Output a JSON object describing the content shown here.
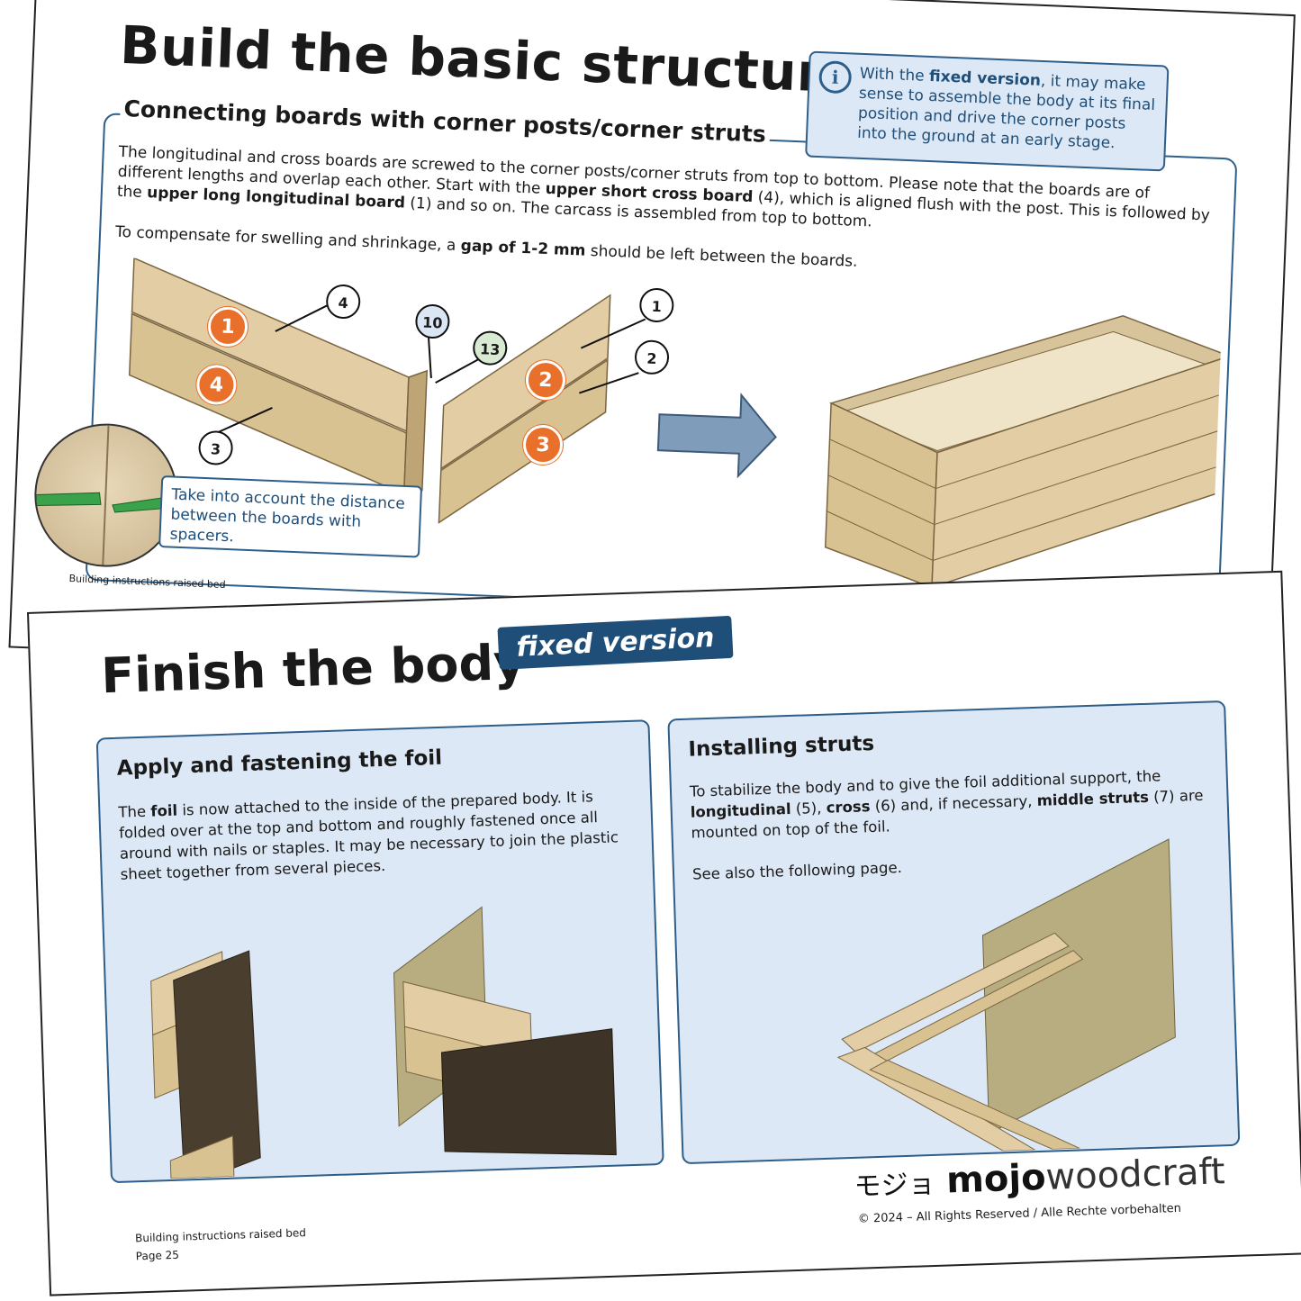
{
  "page1": {
    "title": "Build the basic structure",
    "subtitle": "Connecting boards with corner posts/corner struts",
    "paragraph1_parts": [
      "The longitudinal and cross boards are screwed to the corner posts/corner struts from top to bottom. Please note that the boards are of different lengths and overlap each other. Start with the ",
      "upper short cross board",
      " (4), which is aligned flush with the post. This is followed by the ",
      "upper long longitudinal board",
      " (1) and so on. The carcass is assembled from top to bottom."
    ],
    "paragraph2_parts": [
      "To compensate for swelling and shrinkage, a ",
      "gap of 1-2 mm",
      " should be left between the boards."
    ],
    "info_box": {
      "icon": "info-icon",
      "text_before": "With the ",
      "bold": "fixed version",
      "text_after": ", it may make sense to assemble the body at its final position and drive the corner posts into the ground at an early stage."
    },
    "spacer_note": "Take into account the distance between the boards with spacers.",
    "footer": "Building instructions raised bed",
    "callouts": [
      "4",
      "10",
      "13",
      "1",
      "2",
      "3"
    ],
    "badges": [
      "1",
      "4",
      "2",
      "3"
    ],
    "colors": {
      "accent": "#1f4e79",
      "badge": "#e8702a",
      "panel_border": "#2e5f8a"
    }
  },
  "page2": {
    "title": "Finish the body",
    "tag": "fixed version",
    "left_card": {
      "heading": "Apply and fastening the foil",
      "text_before": "The ",
      "bold": "foil",
      "text_after": " is now attached to the inside of the prepared body. It is folded over at the top and bottom and roughly fastened once all around with nails or staples. It may be necessary to join the plastic sheet together from several pieces."
    },
    "right_card": {
      "heading": "Installing struts",
      "p1_a": "To stabilize the body and to give the foil additional support, the ",
      "p1_b": "longitudinal",
      "p1_c": " (5), ",
      "p1_d": "cross",
      "p1_e": " (6) and, if necessary, ",
      "p1_f": "middle struts",
      "p1_g": " (7) are mounted on top of the foil.",
      "p2": "See also the following page."
    },
    "footer_line1": "Building instructions raised bed",
    "footer_line2": "Page 25",
    "logo_jp": "モジョ",
    "logo_bold": "mojo",
    "logo_light": "woodcraft",
    "copyright": "© 2024 – All Rights Reserved / Alle Rechte vorbehalten",
    "colors": {
      "card_bg": "#dce8f5",
      "tag_bg": "#1f4e79"
    }
  }
}
